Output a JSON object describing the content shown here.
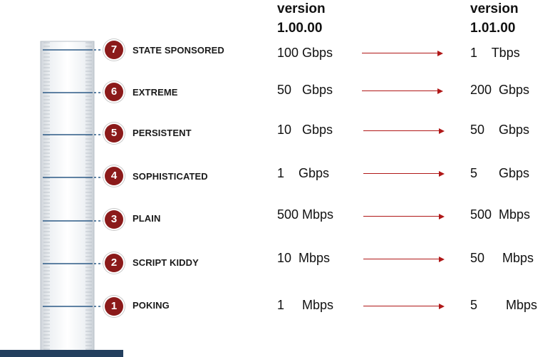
{
  "headers": {
    "old": {
      "line1": "version",
      "line2": "1.00.00"
    },
    "new": {
      "line1": "version",
      "line2": "1.01.00"
    }
  },
  "levels": [
    {
      "number": "7",
      "name": "STATE SPONSORED",
      "old": "100 Gbps",
      "new": "1    Tbps"
    },
    {
      "number": "6",
      "name": "EXTREME",
      "old": "50   Gbps",
      "new": "200  Gbps"
    },
    {
      "number": "5",
      "name": "PERSISTENT",
      "old": "10   Gbps",
      "new": "50    Gbps"
    },
    {
      "number": "4",
      "name": "SOPHISTICATED",
      "old": "1    Gbps",
      "new": "5      Gbps"
    },
    {
      "number": "3",
      "name": "PLAIN",
      "old": "500 Mbps",
      "new": "500  Mbps"
    },
    {
      "number": "2",
      "name": "SCRIPT KIDDY",
      "old": "10  Mbps",
      "new": "50     Mbps"
    },
    {
      "number": "1",
      "name": "POKING",
      "old": "1     Mbps",
      "new": "5        Mbps"
    }
  ],
  "colors": {
    "badge": "#8b1a1a",
    "arrow": "#b01818",
    "tick_major": "#2c5a86",
    "base": "#233f5e"
  }
}
